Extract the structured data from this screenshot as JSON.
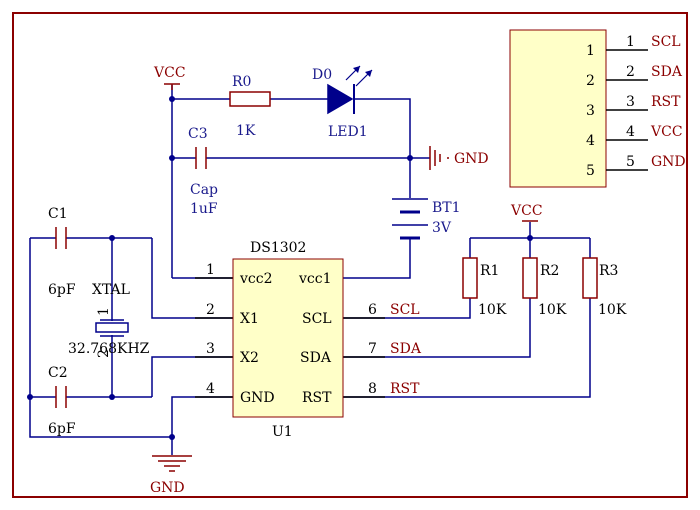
{
  "colors": {
    "wire": "#00008b",
    "border": "#8b0000",
    "power": "#8b0000",
    "ic_fill": "#ffffc8",
    "ic_border": "#8b0000"
  },
  "power": {
    "vcc_label": "VCC",
    "gnd_label": "GND"
  },
  "connector": {
    "pins": [
      {
        "num": "1",
        "label": "SCL"
      },
      {
        "num": "2",
        "label": "SDA"
      },
      {
        "num": "3",
        "label": "RST"
      },
      {
        "num": "4",
        "label": "VCC"
      },
      {
        "num": "5",
        "label": "GND"
      }
    ]
  },
  "r0": {
    "ref": "R0",
    "value": "1K"
  },
  "d0": {
    "ref": "D0",
    "value": "LED1"
  },
  "c3": {
    "ref": "C3",
    "value1": "Cap",
    "value2": "1uF"
  },
  "bt1": {
    "ref": "BT1",
    "value": "3V"
  },
  "c1": {
    "ref": "C1",
    "value": "6pF"
  },
  "c2": {
    "ref": "C2",
    "value": "6pF"
  },
  "xtal": {
    "ref": "XTAL",
    "value": "32.768KHZ",
    "pin1": "1",
    "pin2": "2"
  },
  "ic": {
    "name": "DS1302",
    "ref": "U1",
    "left_pins": [
      {
        "num": "1",
        "label": "vcc2"
      },
      {
        "num": "2",
        "label": "X1"
      },
      {
        "num": "3",
        "label": "X2"
      },
      {
        "num": "4",
        "label": "GND"
      }
    ],
    "right_pins": [
      {
        "num": "",
        "label": "vcc1"
      },
      {
        "num": "6",
        "label": "SCL",
        "net": "SCL"
      },
      {
        "num": "7",
        "label": "SDA",
        "net": "SDA"
      },
      {
        "num": "8",
        "label": "RST",
        "net": "RST"
      }
    ]
  },
  "pullups": [
    {
      "ref": "R1",
      "value": "10K"
    },
    {
      "ref": "R2",
      "value": "10K"
    },
    {
      "ref": "R3",
      "value": "10K"
    }
  ]
}
